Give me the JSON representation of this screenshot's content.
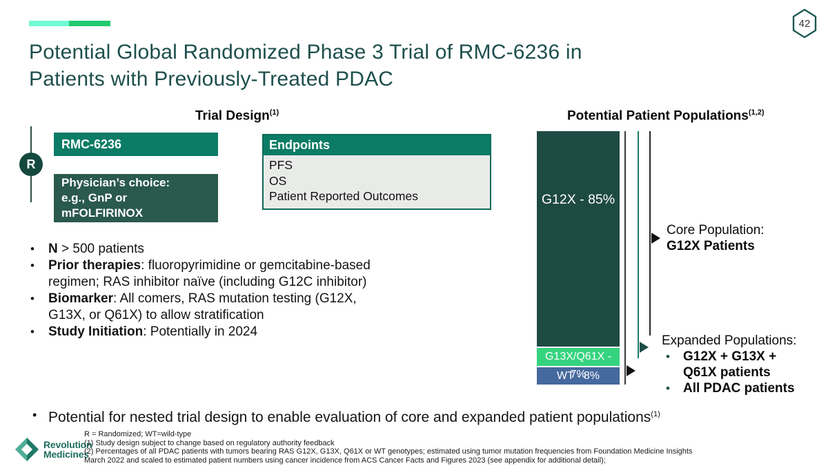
{
  "slide": {
    "number": "42",
    "title": "Potential Global Randomized Phase 3 Trial of RMC-6236 in\nPatients with Previously-Treated PDAC"
  },
  "trial_design": {
    "heading": "Trial Design",
    "heading_sup": "(1)",
    "randomized_symbol": "R",
    "arm1_label": "RMC-6236",
    "arm2_label": "Physician’s choice:\ne.g., GnP or\nmFOLFIRINOX",
    "endpoints": {
      "header": "Endpoints",
      "items": [
        "PFS",
        "OS",
        "Patient Reported Outcomes"
      ]
    },
    "bullets": [
      {
        "lead": "N",
        "rest": " > 500 patients"
      },
      {
        "lead": "Prior therapies",
        "rest": ": fluoropyrimidine or gemcitabine-based\nregimen; RAS inhibitor naïve (including G12C inhibitor)"
      },
      {
        "lead": "Biomarker",
        "rest": ": All comers, RAS mutation testing (G12X,\nG13X, or Q61X) to allow stratification"
      },
      {
        "lead": "Study Initiation",
        "rest": ": Potentially in 2024"
      }
    ]
  },
  "populations": {
    "heading": "Potential Patient Populations",
    "heading_sup": "(1,2)",
    "chart_data": {
      "type": "bar",
      "stacked": true,
      "categories": [
        "G12X",
        "G13X/Q61X",
        "WT"
      ],
      "values": [
        85,
        7,
        8
      ],
      "unit": "%",
      "segment_labels": [
        "G12X - 85%",
        "G13X/Q61X - 7%",
        "WT - 8%"
      ],
      "segment_colors": [
        "#1e4a44",
        "#36d37f",
        "#45689e"
      ]
    },
    "core_population": {
      "line1": "Core Population:",
      "line2": "G12X Patients"
    },
    "expanded_populations": {
      "heading": "Expanded Populations:",
      "bullets": [
        "G12X + G13X +\nQ61X patients",
        "All PDAC patients"
      ]
    }
  },
  "bottom_bullet": {
    "text": "Potential for nested trial design to enable evaluation of core and expanded patient populations",
    "sup": "(1)"
  },
  "footer": {
    "logo": {
      "line1": "Revolution",
      "line2": "Medicines"
    },
    "footnotes": [
      "R = Randomized; WT=wild-type",
      "(1) Study design subject to change based on regulatory authority feedback",
      "(2) Percentages of all PDAC patients with tumors bearing RAS G12X, G13X, Q61X or WT genotypes; estimated using tumor mutation frequencies from Foundation Medicine Insights",
      "March 2022 and scaled to estimated patient numbers using cancer incidence from ACS Cancer Facts and Figures 2023 (see appendix for additional detail);"
    ]
  },
  "colors": {
    "accent_mint": "#70fbd3",
    "accent_green": "#22c96e",
    "title_teal": "#1d4f4c",
    "box_teal": "#0c7c66",
    "box_dark_green": "#2a594d",
    "bar_dark_teal": "#1e4a44",
    "bar_green": "#36d37f",
    "bar_blue": "#45689e",
    "endpoints_body_gray": "#e9ebe9",
    "logo_teal": "#1f6e5f"
  }
}
